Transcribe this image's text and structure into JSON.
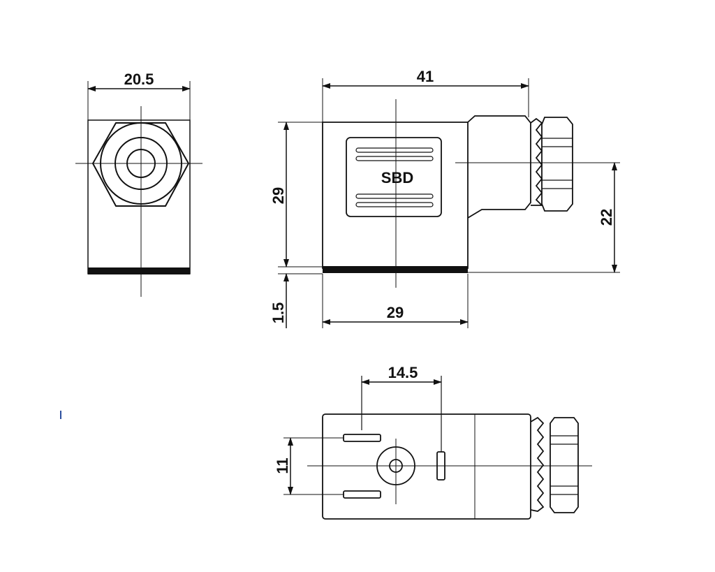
{
  "drawing": {
    "brand_label": "SBD",
    "dimensions": {
      "end_view_width": "20.5",
      "side_view_total_width": "41",
      "side_view_height": "29",
      "side_view_base_width": "29",
      "side_view_gasket": "1.5",
      "side_view_cable_height": "22",
      "bottom_view_pin_offset": "14.5",
      "bottom_view_pin_spacing": "11"
    }
  }
}
